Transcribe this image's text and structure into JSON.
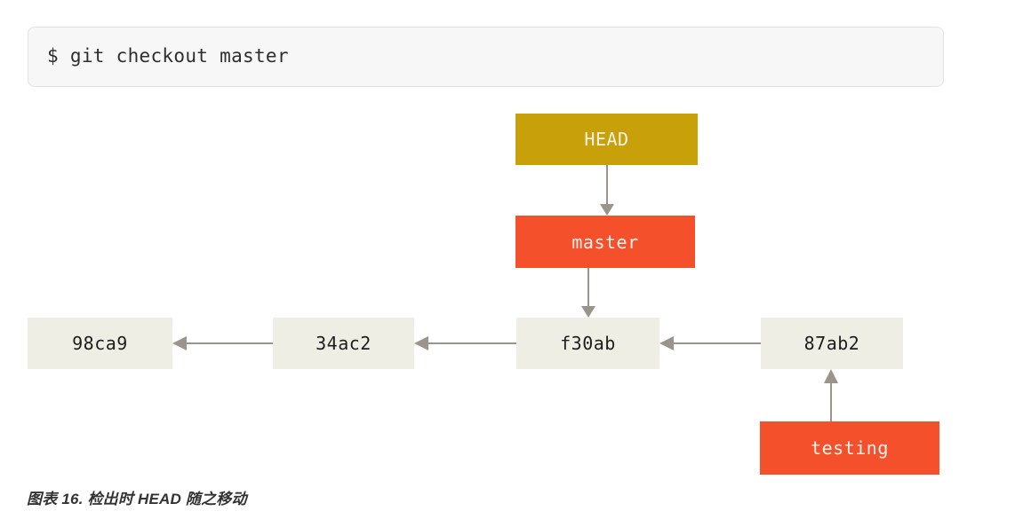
{
  "code_block": {
    "command": "$ git checkout master",
    "background": "#f7f7f7",
    "border_color": "#e3e3e3"
  },
  "diagram": {
    "title": "git checkout master HEAD movement diagram",
    "colors": {
      "head_box": "#c8a10a",
      "branch_box": "#f4502b",
      "commit_box": "#efeee5",
      "arrow": "#9b948a",
      "commit_text": "#1d1d1d",
      "box_text": "#f4f1ea"
    },
    "nodes": [
      {
        "id": "head",
        "label": "HEAD",
        "kind": "head-pointer"
      },
      {
        "id": "master",
        "label": "master",
        "kind": "branch"
      },
      {
        "id": "testing",
        "label": "testing",
        "kind": "branch"
      },
      {
        "id": "98ca9",
        "label": "98ca9",
        "kind": "commit"
      },
      {
        "id": "34ac2",
        "label": "34ac2",
        "kind": "commit"
      },
      {
        "id": "f30ab",
        "label": "f30ab",
        "kind": "commit"
      },
      {
        "id": "87ab2",
        "label": "87ab2",
        "kind": "commit"
      }
    ],
    "edges": [
      {
        "from": "head",
        "to": "master",
        "direction": "down"
      },
      {
        "from": "master",
        "to": "f30ab",
        "direction": "down"
      },
      {
        "from": "34ac2",
        "to": "98ca9",
        "direction": "left"
      },
      {
        "from": "f30ab",
        "to": "34ac2",
        "direction": "left"
      },
      {
        "from": "87ab2",
        "to": "f30ab",
        "direction": "left"
      },
      {
        "from": "testing",
        "to": "87ab2",
        "direction": "up"
      }
    ]
  },
  "caption": {
    "text": "图表 16. 检出时 HEAD 随之移动"
  }
}
